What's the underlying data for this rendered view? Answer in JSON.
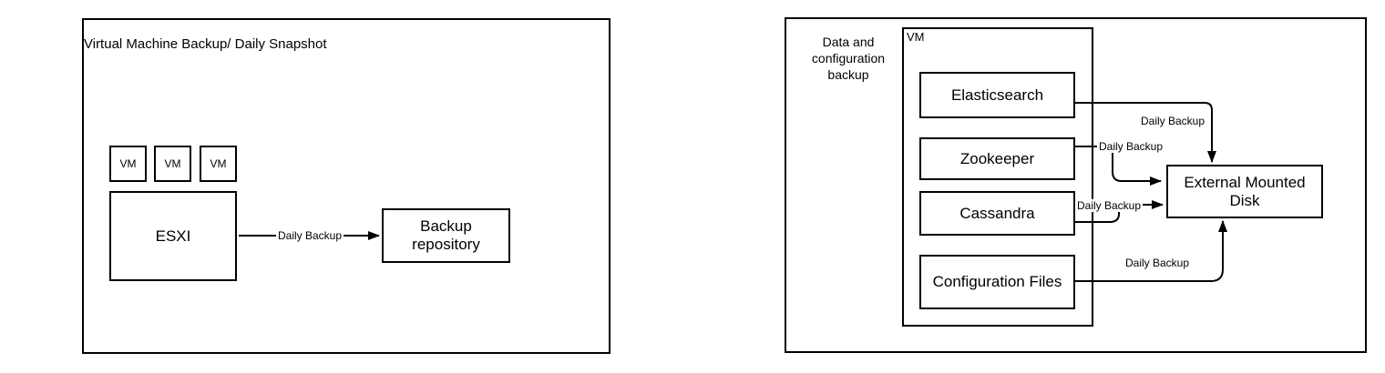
{
  "colors": {
    "stroke": "#000000",
    "background": "#ffffff"
  },
  "left_panel": {
    "title": "Virtual Machine Backup/ Daily Snapshot",
    "vm_labels": [
      "VM",
      "VM",
      "VM"
    ],
    "esxi_label": "ESXI",
    "backup_repository_label": "Backup repository",
    "edge_label": "Daily Backup"
  },
  "right_panel": {
    "title": "Data and configuration backup",
    "vm_container_label": "VM",
    "services": [
      "Elasticsearch",
      "Zookeeper",
      "Cassandra",
      "Configuration Files"
    ],
    "disk_label": "External Mounted Disk",
    "edge_labels": {
      "elasticsearch_to_disk": "Daily Backup",
      "zookeeper_to_disk": "Daily Backup",
      "cassandra_to_disk": "Daily Backup",
      "configuration_to_disk": "Daily Backup"
    }
  }
}
